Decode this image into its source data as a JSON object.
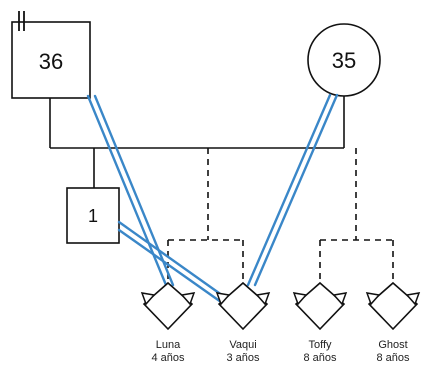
{
  "colors": {
    "line": "#111111",
    "emotional_bond": "#3a87c8",
    "background": "#ffffff"
  },
  "people": {
    "left_parent": {
      "age": "36",
      "shape": "square"
    },
    "right_parent": {
      "age": "35",
      "shape": "circle"
    },
    "child": {
      "age": "1",
      "shape": "square"
    }
  },
  "pets": [
    {
      "name": "Luna",
      "age": "4 años",
      "shape": "diamond-with-ears"
    },
    {
      "name": "Vaqui",
      "age": "3 años",
      "shape": "diamond-with-ears"
    },
    {
      "name": "Toffy",
      "age": "8 años",
      "shape": "diamond-with-ears"
    },
    {
      "name": "Ghost",
      "age": "8 años",
      "shape": "diamond-with-ears"
    }
  ]
}
